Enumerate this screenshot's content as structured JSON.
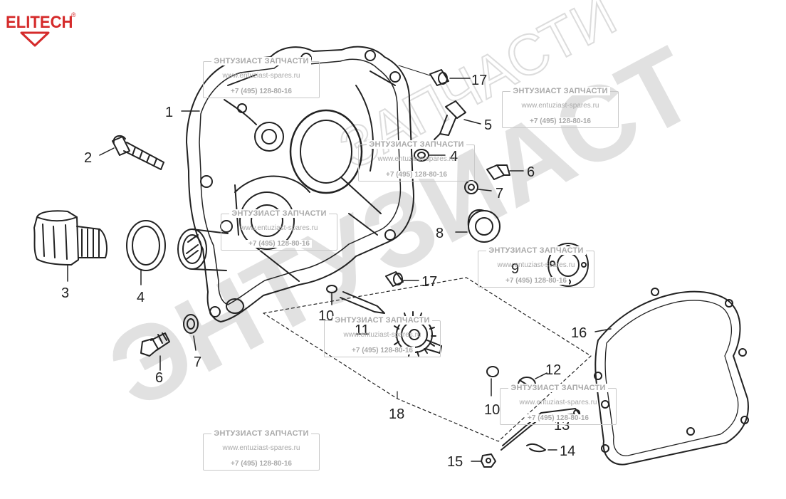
{
  "logo": {
    "text": "ELITECH",
    "registered": "®"
  },
  "watermark": {
    "big": "ЭНТУЗИАСТ",
    "small": "ЗАПЧАСТИ",
    "registered": "®"
  },
  "stamp": {
    "title": "ЭНТУЗИАСТ ЗАПЧАСТИ",
    "site": "www.entuziast-spares.ru",
    "phone": "+7 (495) 128-80-16"
  },
  "callouts": [
    {
      "id": "c1",
      "label": "1"
    },
    {
      "id": "c2",
      "label": "2"
    },
    {
      "id": "c3",
      "label": "3"
    },
    {
      "id": "c4a",
      "label": "4"
    },
    {
      "id": "c4b",
      "label": "4"
    },
    {
      "id": "c5",
      "label": "5"
    },
    {
      "id": "c6a",
      "label": "6"
    },
    {
      "id": "c6b",
      "label": "6"
    },
    {
      "id": "c7a",
      "label": "7"
    },
    {
      "id": "c7b",
      "label": "7"
    },
    {
      "id": "c8",
      "label": "8"
    },
    {
      "id": "c9",
      "label": "9"
    },
    {
      "id": "c10a",
      "label": "10"
    },
    {
      "id": "c10b",
      "label": "10"
    },
    {
      "id": "c11",
      "label": "11"
    },
    {
      "id": "c12",
      "label": "12"
    },
    {
      "id": "c13",
      "label": "13"
    },
    {
      "id": "c14",
      "label": "14"
    },
    {
      "id": "c15",
      "label": "15"
    },
    {
      "id": "c16",
      "label": "16"
    },
    {
      "id": "c17a",
      "label": "17"
    },
    {
      "id": "c17b",
      "label": "17"
    },
    {
      "id": "c18",
      "label": "18"
    }
  ]
}
